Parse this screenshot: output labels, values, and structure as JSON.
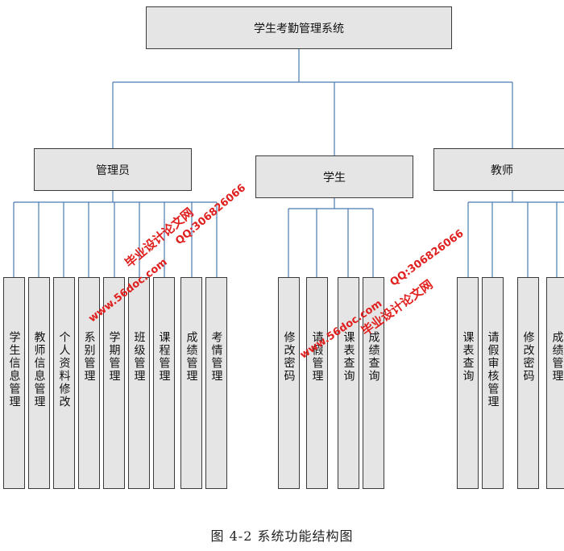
{
  "diagram": {
    "root": "学生考勤管理系统",
    "groups": [
      {
        "label": "管理员",
        "items": [
          "学生信息管理",
          "教师信息管理",
          "个人资料修改",
          "系别管理",
          "学期管理",
          "班级管理",
          "课程管理",
          "成绩管理",
          "考情管理"
        ]
      },
      {
        "label": "学生",
        "items": [
          "修改密码",
          "请假管理",
          "课表查询",
          "成绩查询"
        ]
      },
      {
        "label": "教师",
        "items": [
          "课表查询",
          "请假审核管理",
          "修改密码",
          "成绩管理"
        ]
      }
    ],
    "caption": "图 4-2 系统功能结构图"
  },
  "watermarks": {
    "site_name": "毕业设计论文网",
    "url": "www.56doc.com",
    "qq": "QQ:306826066"
  },
  "colors": {
    "box_fill": "#e5e5e5",
    "connector": "#4a7ab0",
    "watermark": "#e0201e"
  }
}
